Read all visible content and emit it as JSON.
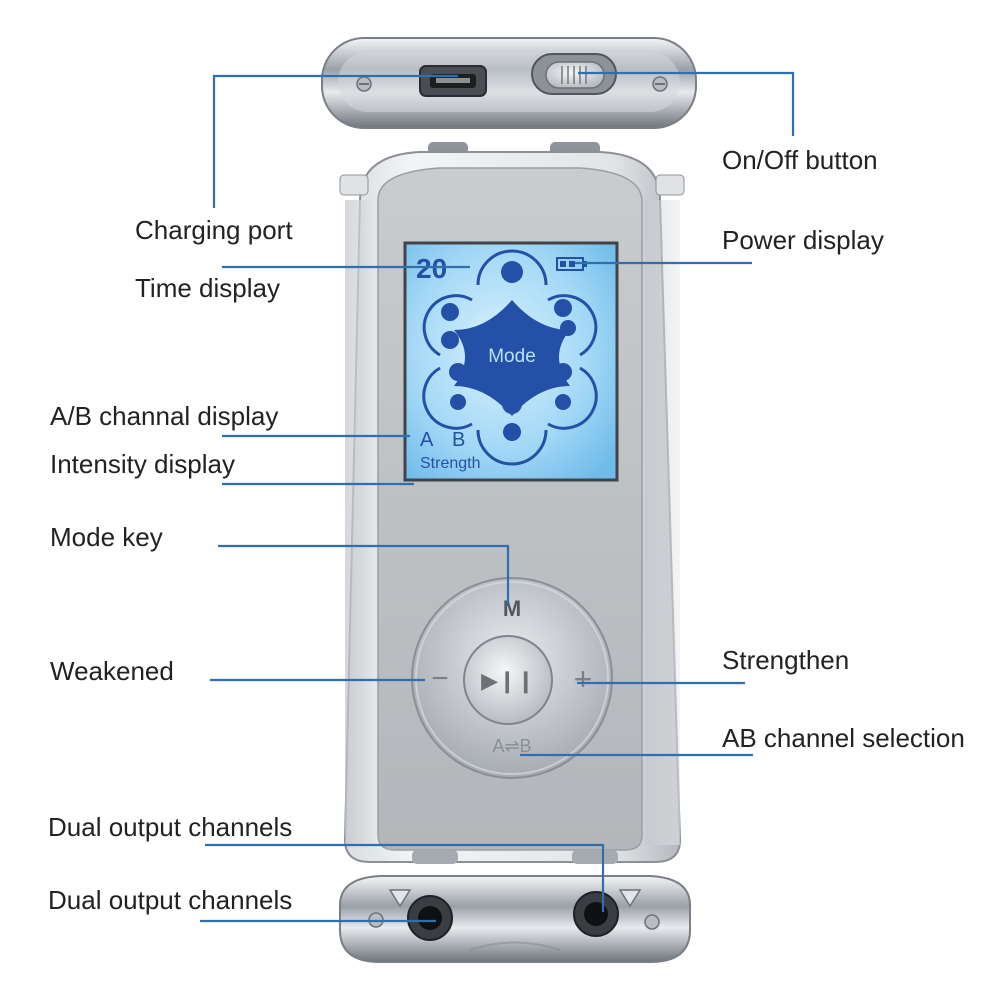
{
  "labels": {
    "charging_port": "Charging port",
    "time_display": "Time display",
    "onoff_button": "On/Off button",
    "power_display": "Power display",
    "ab_channel_display": "A/B channal display",
    "intensity_display": "Intensity display",
    "mode_key": "Mode key",
    "weakened": "Weakened",
    "strengthen": "Strengthen",
    "ab_channel_selection": "AB channel selection",
    "dual_output_1": "Dual output channels",
    "dual_output_2": "Dual output channels"
  },
  "screen": {
    "time_value": "20",
    "mode_text": "Mode",
    "channel_a": "A",
    "channel_b": "B",
    "strength_text": "Strength"
  },
  "keypad": {
    "mode_key": "M",
    "minus": "−",
    "plus": "+",
    "play_pause": "▶❙❙",
    "ab_select": "A⇌B"
  },
  "colors": {
    "leader_line": "#2f6fb0",
    "lcd_blue": "#7fc6f0",
    "lcd_icon": "#2450a8",
    "silver": "#c9cdd2"
  }
}
